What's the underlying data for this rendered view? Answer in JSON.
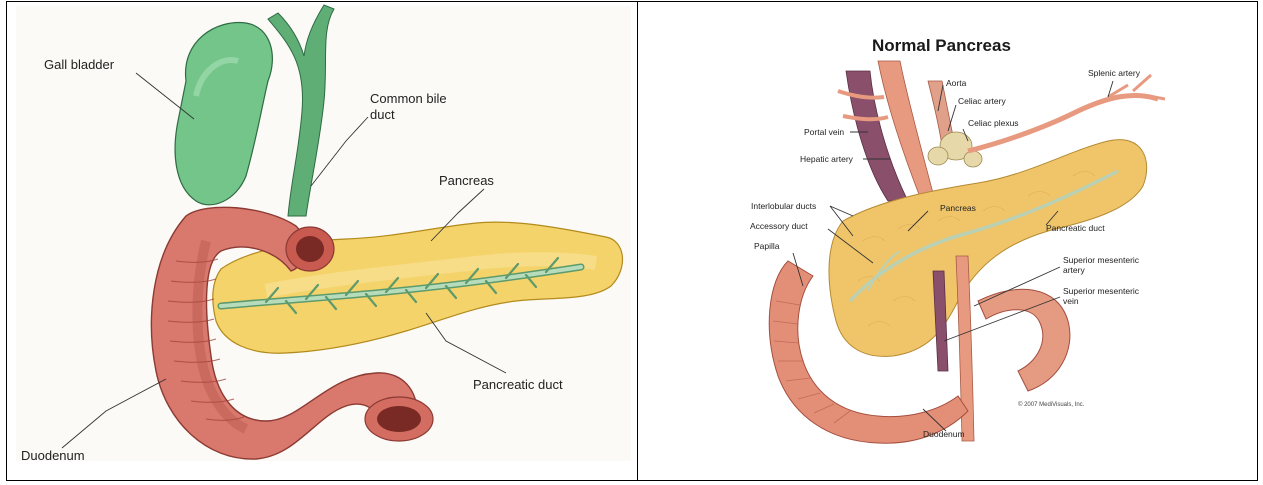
{
  "left_diagram": {
    "labels": {
      "gall_bladder": "Gall bladder",
      "common_bile_duct_line1": "Common bile",
      "common_bile_duct_line2": "duct",
      "pancreas": "Pancreas",
      "pancreatic_duct": "Pancreatic duct",
      "duodenum": "Duodenum"
    },
    "colors": {
      "gall_bladder": "#6fbf86",
      "pancreas": "#f2cd55",
      "duodenum": "#d9746a",
      "duct": "#a9d3b0"
    }
  },
  "right_diagram": {
    "title": "Normal Pancreas",
    "labels": {
      "aorta": "Aorta",
      "splenic_artery": "Splenic artery",
      "celiac_artery": "Celiac artery",
      "celiac_plexus": "Celiac plexus",
      "portal_vein": "Portal vein",
      "hepatic_artery": "Hepatic artery",
      "interlobular_ducts": "Interlobular ducts",
      "accessory_duct": "Accessory duct",
      "pancreas": "Pancreas",
      "pancreatic_duct": "Pancreatic duct",
      "papilla": "Papilla",
      "superior_mesenteric_artery_line1": "Superior mesenteric",
      "superior_mesenteric_artery_line2": "artery",
      "superior_mesenteric_vein_line1": "Superior mesenteric",
      "superior_mesenteric_vein_line2": "vein",
      "duodenum": "Duodenum"
    },
    "copyright": "© 2007 MediVisuals, Inc.",
    "colors": {
      "pancreas": "#f0c56a",
      "artery": "#e89a80",
      "vein": "#8a4f6a",
      "intestine": "#e38f78"
    }
  }
}
